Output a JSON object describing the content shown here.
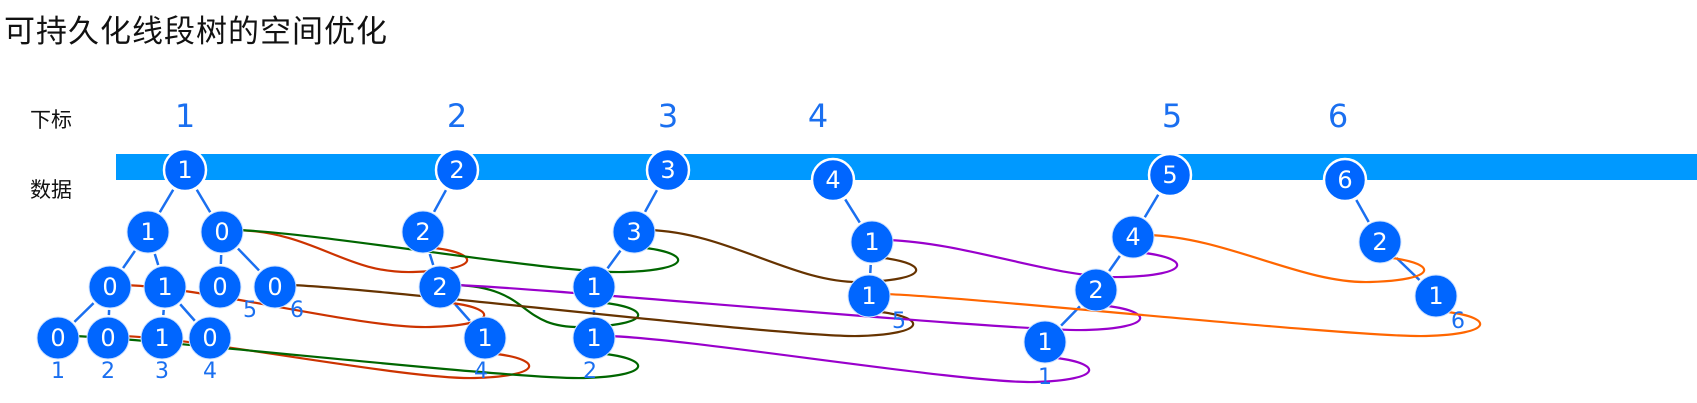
{
  "title": "可持久化线段树的空间优化",
  "labels": {
    "index": "下标",
    "data": "数据"
  },
  "colors": {
    "bar": "#0099ff",
    "node": "#0066ff",
    "edge": "#1a6ff0",
    "index_text": "#1a6ff0",
    "link_red": "#cc3300",
    "link_green": "#006600",
    "link_brown": "#663300",
    "link_purple": "#9900cc",
    "link_orange": "#ff6600"
  },
  "versions": [
    {
      "index": "1",
      "root": "1"
    },
    {
      "index": "2",
      "root": "2"
    },
    {
      "index": "3",
      "root": "3"
    },
    {
      "index": "4",
      "root": "4"
    },
    {
      "index": "5",
      "root": "5"
    },
    {
      "index": "6",
      "root": "6"
    }
  ],
  "nodes": [
    {
      "id": "v1",
      "value": "1"
    },
    {
      "id": "a1",
      "value": "1"
    },
    {
      "id": "a2",
      "value": "0"
    },
    {
      "id": "b1",
      "value": "0"
    },
    {
      "id": "b2",
      "value": "1"
    },
    {
      "id": "b3",
      "value": "0",
      "leaf_label": "5"
    },
    {
      "id": "b4",
      "value": "0",
      "leaf_label": "6"
    },
    {
      "id": "c1",
      "value": "0",
      "leaf_label": "1"
    },
    {
      "id": "c2",
      "value": "0",
      "leaf_label": "2"
    },
    {
      "id": "c3",
      "value": "1",
      "leaf_label": "3"
    },
    {
      "id": "c4",
      "value": "0",
      "leaf_label": "4"
    },
    {
      "id": "v2",
      "value": "2"
    },
    {
      "id": "d1",
      "value": "2"
    },
    {
      "id": "d2",
      "value": "2"
    },
    {
      "id": "d3",
      "value": "1",
      "leaf_label": "4"
    },
    {
      "id": "v3",
      "value": "3"
    },
    {
      "id": "e1",
      "value": "3"
    },
    {
      "id": "e2",
      "value": "1"
    },
    {
      "id": "e3",
      "value": "1",
      "leaf_label": "2"
    },
    {
      "id": "v4",
      "value": "4"
    },
    {
      "id": "f1",
      "value": "1"
    },
    {
      "id": "f2",
      "value": "1",
      "leaf_label": "5"
    },
    {
      "id": "v5",
      "value": "5"
    },
    {
      "id": "g1",
      "value": "4"
    },
    {
      "id": "g2",
      "value": "2"
    },
    {
      "id": "g3",
      "value": "1",
      "leaf_label": "1"
    },
    {
      "id": "v6",
      "value": "6"
    },
    {
      "id": "h1",
      "value": "2"
    },
    {
      "id": "h2",
      "value": "1",
      "leaf_label": "6"
    }
  ],
  "edges": [
    [
      "v1",
      "a1"
    ],
    [
      "v1",
      "a2"
    ],
    [
      "a1",
      "b1"
    ],
    [
      "a1",
      "b2"
    ],
    [
      "a2",
      "b3"
    ],
    [
      "a2",
      "b4"
    ],
    [
      "b1",
      "c1"
    ],
    [
      "b1",
      "c2"
    ],
    [
      "b2",
      "c3"
    ],
    [
      "b2",
      "c4"
    ],
    [
      "v2",
      "d1"
    ],
    [
      "d1",
      "d2"
    ],
    [
      "d2",
      "d3"
    ],
    [
      "v3",
      "e1"
    ],
    [
      "e1",
      "e2"
    ],
    [
      "e2",
      "e3"
    ],
    [
      "v4",
      "f1"
    ],
    [
      "f1",
      "f2"
    ],
    [
      "v5",
      "g1"
    ],
    [
      "g1",
      "g2"
    ],
    [
      "g2",
      "g3"
    ],
    [
      "v6",
      "h1"
    ],
    [
      "h1",
      "h2"
    ]
  ],
  "links": [
    {
      "from": "d1",
      "to": "a2",
      "color": "link_red"
    },
    {
      "from": "d2",
      "to": "b1",
      "color": "link_red"
    },
    {
      "from": "d3",
      "to": "c2",
      "color": "link_red"
    },
    {
      "from": "e1",
      "to": "a2",
      "color": "link_green"
    },
    {
      "from": "e2",
      "to": "d2",
      "color": "link_green"
    },
    {
      "from": "e3",
      "to": "c1",
      "color": "link_green"
    },
    {
      "from": "f1",
      "to": "e1",
      "color": "link_brown"
    },
    {
      "from": "f2",
      "to": "b4",
      "color": "link_brown"
    },
    {
      "from": "g1",
      "to": "f1",
      "color": "link_purple"
    },
    {
      "from": "g2",
      "to": "d2",
      "color": "link_purple"
    },
    {
      "from": "g3",
      "to": "e3",
      "color": "link_purple"
    },
    {
      "from": "h1",
      "to": "g1",
      "color": "link_orange"
    },
    {
      "from": "h2",
      "to": "f2",
      "color": "link_orange"
    }
  ]
}
